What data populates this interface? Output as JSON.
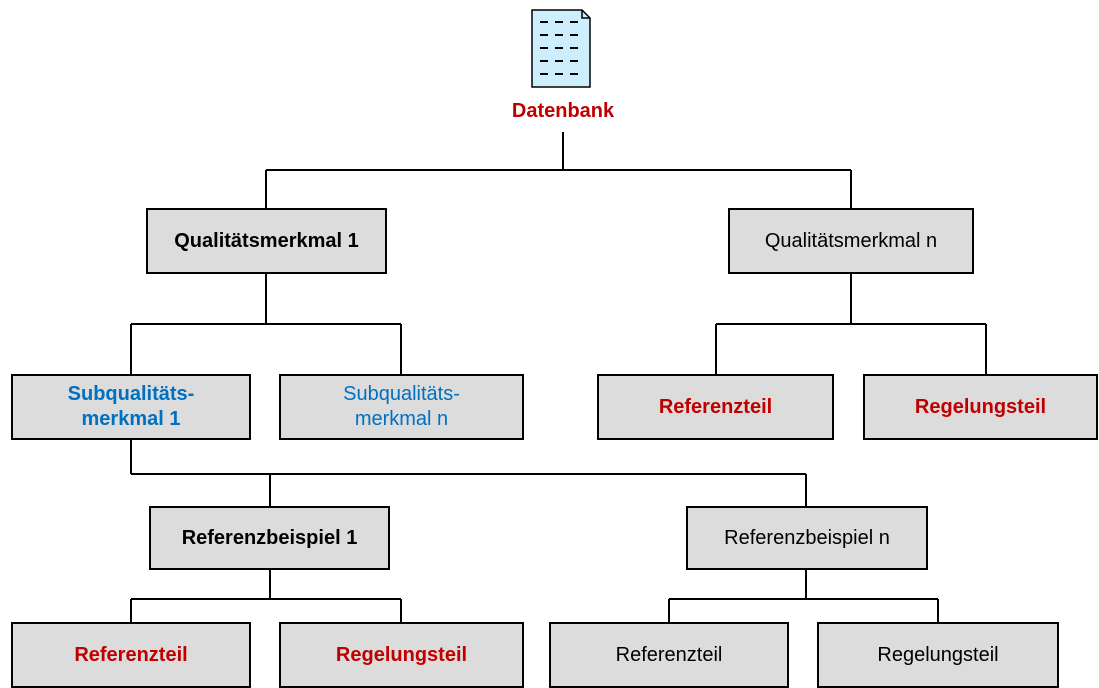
{
  "root": {
    "label": "Datenbank",
    "icon": "document-icon"
  },
  "qualitaetsmerkmal_1": "Qualitätsmerkmal 1",
  "qualitaetsmerkmal_n": "Qualitätsmerkmal n",
  "subqualitaet_1": "Subqualitäts-\nmerkmal 1",
  "subqualitaet_n": "Subqualitäts-\nmerkmal n",
  "qm_n_children": {
    "referenzteil": "Referenzteil",
    "regelungsteil": "Regelungsteil"
  },
  "referenzbeispiel_1": "Referenzbeispiel 1",
  "referenzbeispiel_n": "Referenzbeispiel n",
  "rb_1_children": {
    "referenzteil": "Referenzteil",
    "regelungsteil": "Regelungsteil"
  },
  "rb_n_children": {
    "referenzteil": "Referenzteil",
    "regelungsteil": "Regelungsteil"
  },
  "colors": {
    "red": "#c00000",
    "blue": "#0070c0",
    "box_fill": "#dcdcdc",
    "doc_fill": "#cdeefc"
  }
}
